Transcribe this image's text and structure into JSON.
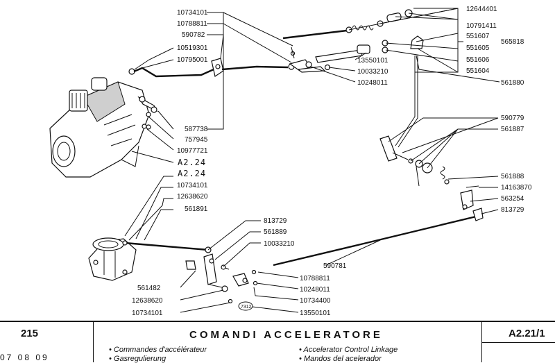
{
  "part_labels": {
    "p10734101_a": "10734101",
    "p10788811_a": "10788811",
    "p590782": "590782",
    "p10519301": "10519301",
    "p10795001": "10795001",
    "p587738": "587738",
    "p757945": "757945",
    "p10977721": "10977721",
    "p12644401": "12644401",
    "p10791411": "10791411",
    "p551607": "551607",
    "p551605": "551605",
    "p551606": "551606",
    "p551604": "551604",
    "p565818": "565818",
    "p13550101_a": "13550101",
    "p10033210_a": "10033210",
    "p10248011_a": "10248011",
    "p561880": "561880",
    "p590779": "590779",
    "p561887": "561887",
    "p561888": "561888",
    "p14163870": "14163870",
    "p563254": "563254",
    "p813729_a": "813729",
    "p10734101_b": "10734101",
    "p12638620_a": "12638620",
    "p561891": "561891",
    "p813729_b": "813729",
    "p561889": "561889",
    "p10033210_b": "10033210",
    "p590781": "590781",
    "p10788811_b": "10788811",
    "p10248011_b": "10248011",
    "p10734400": "10734400",
    "p13550101_b": "13550101",
    "p561482": "561482",
    "p12638620_b": "12638620",
    "p10734101_c": "10734101",
    "ref_a224_1": "A2.24",
    "ref_a224_2": "A2.24",
    "stamp": "7312"
  },
  "footer": {
    "page_number": "215",
    "date": "07 08 09",
    "title": "COMANDI ACCELERATORE",
    "subtitle_fr": "• Commandes d'accélérateur",
    "subtitle_de": "• Gasregulierung",
    "subtitle_en": "• Accelerator Control Linkage",
    "subtitle_es": "• Mandos del acelerador",
    "ref_code": "A2.21/1"
  }
}
